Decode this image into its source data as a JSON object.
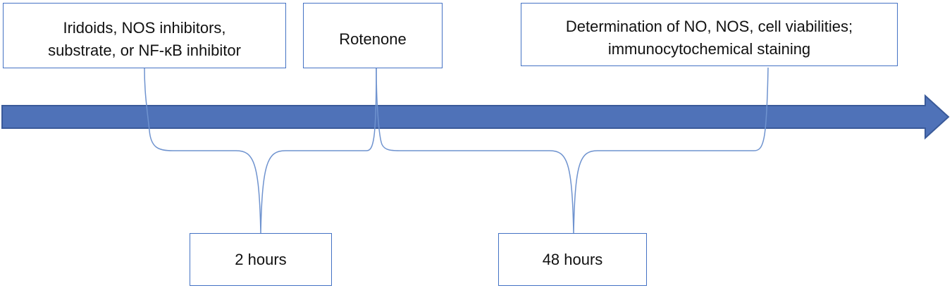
{
  "steps": {
    "pretreatment": {
      "line1": "Iridoids, NOS inhibitors,",
      "line2": "substrate, or NF-κB inhibitor"
    },
    "toxin": {
      "line1": "Rotenone"
    },
    "assays": {
      "line1": "Determination of NO, NOS, cell viabilities;",
      "line2": "immunocytochemical staining"
    }
  },
  "intervals": {
    "first": "2 hours",
    "second": "48 hours"
  },
  "colors": {
    "arrow_fill": "#4f72b8",
    "arrow_stroke": "#3a5a99",
    "box_border": "#4472c4",
    "bracket": "#6f93cf"
  }
}
